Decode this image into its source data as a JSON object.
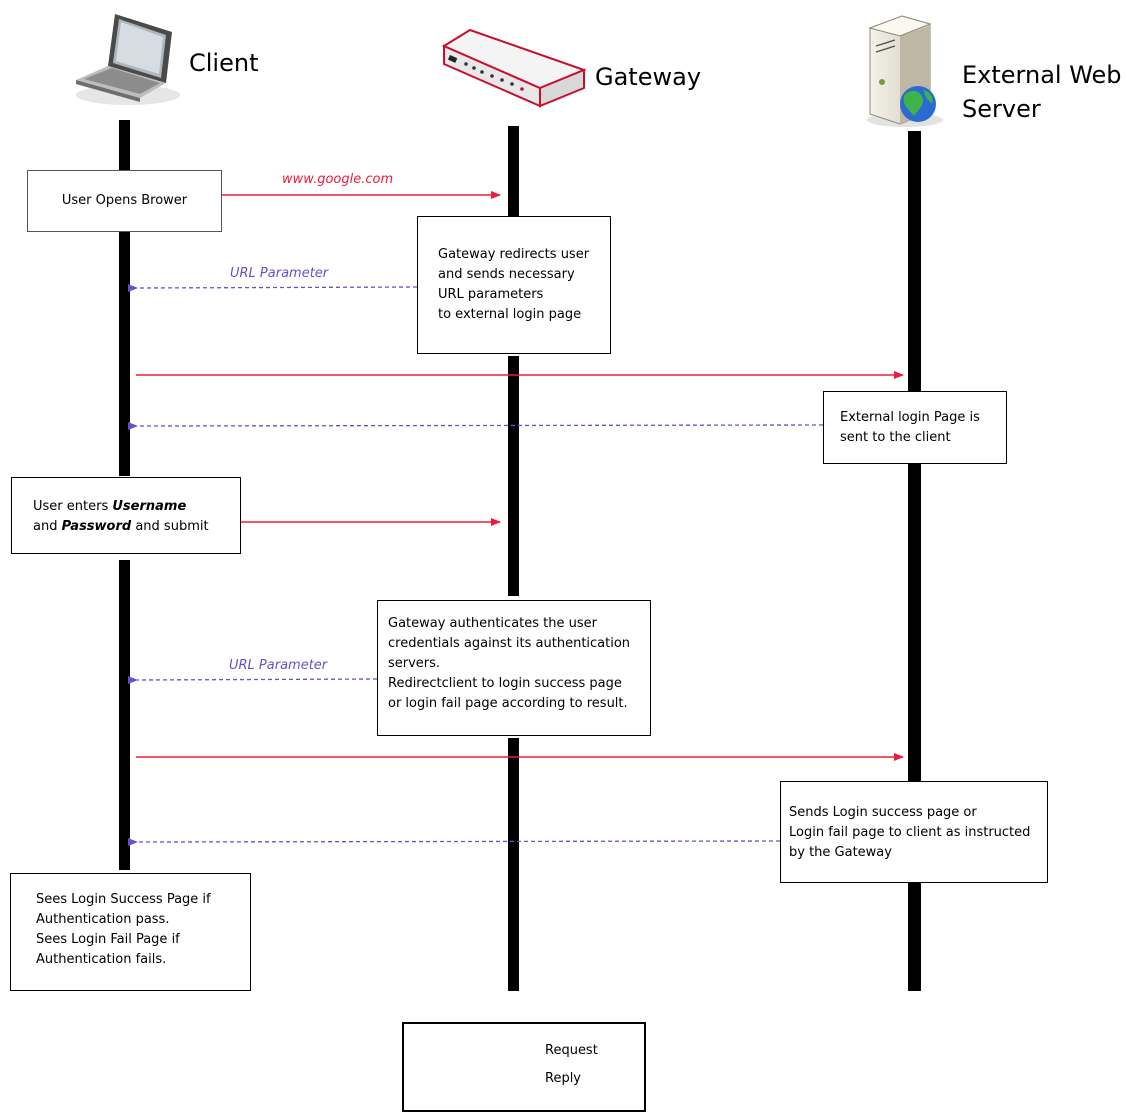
{
  "actors": {
    "client": {
      "label": "Client",
      "icon": "laptop-icon"
    },
    "gateway": {
      "label": "Gateway",
      "icon": "gateway-device-icon"
    },
    "server": {
      "label_line1": "External Web",
      "label_line2": "Server",
      "icon": "server-globe-icon"
    }
  },
  "messages": {
    "m1_label": "www.google.com",
    "m2_label": "URL Parameter",
    "m3_label": "URL Parameter"
  },
  "notes": {
    "user_opens": "User Opens Brower",
    "gateway_redirect": [
      "Gateway redirects user",
      "and sends necessary",
      "URL parameters",
      "to external login page"
    ],
    "external_login": [
      "External login Page is",
      "sent to the client"
    ],
    "user_enters": {
      "l1_pre": "User enters ",
      "l1_bold": "Username",
      "l2_pre": "and ",
      "l2_bold": "Password",
      "l2_post": " and submit"
    },
    "gateway_auth": [
      "Gateway authenticates the user",
      "credentials against its authentication",
      "servers.",
      "Redirectclient to login success page",
      "or login fail page according to result."
    ],
    "sends_login": [
      "Sends Login success page or",
      "Login fail page to client as instructed",
      "by the Gateway"
    ],
    "sees_login": [
      "Sees Login Success Page if",
      "Authentication pass.",
      "Sees Login Fail Page if",
      "Authentication fails."
    ]
  },
  "legend": {
    "request": "Request",
    "reply": "Reply"
  },
  "colors": {
    "request": "#ee1c3a",
    "reply": "#6a4fc7",
    "lifeline": "#000000"
  }
}
